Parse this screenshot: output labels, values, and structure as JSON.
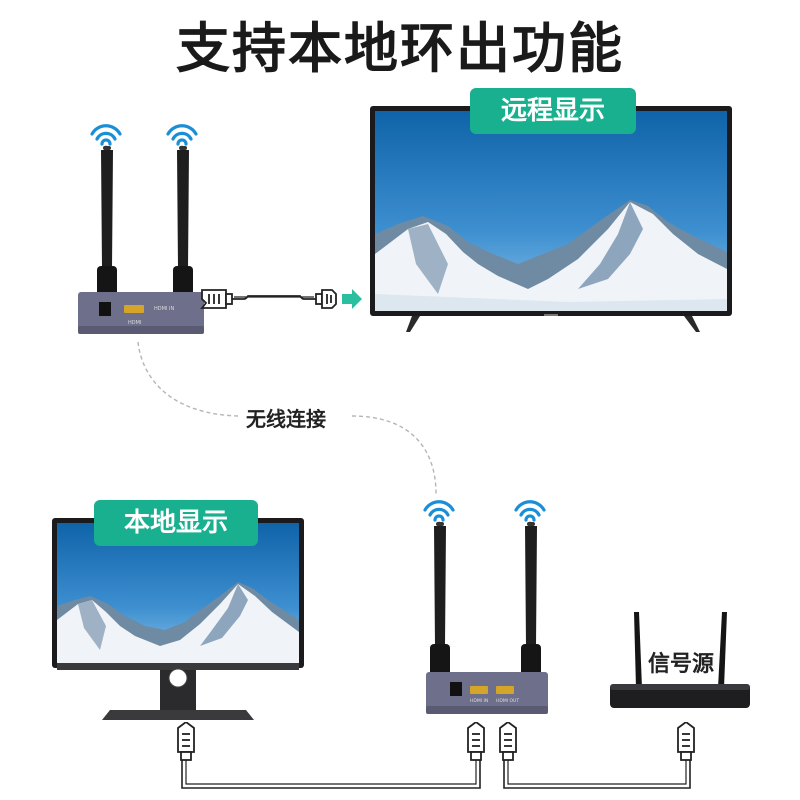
{
  "title": "支持本地环出功能",
  "badges": {
    "remote_display": "远程显示",
    "local_display": "本地显示"
  },
  "labels": {
    "wireless_link": "无线连接",
    "signal_source": "信号源"
  },
  "device_text": {
    "hdmi_out": "HDMI IN",
    "hdmi_in": "HDMI IN",
    "hdmi_loop": "HDMI OUT"
  },
  "colors": {
    "accent": "#18b08e",
    "wifi": "#1a8fd8",
    "device_body": "#6e6f8a"
  },
  "icons": [
    "wifi-icon",
    "hdmi-connector-icon",
    "arrow-right-icon"
  ]
}
